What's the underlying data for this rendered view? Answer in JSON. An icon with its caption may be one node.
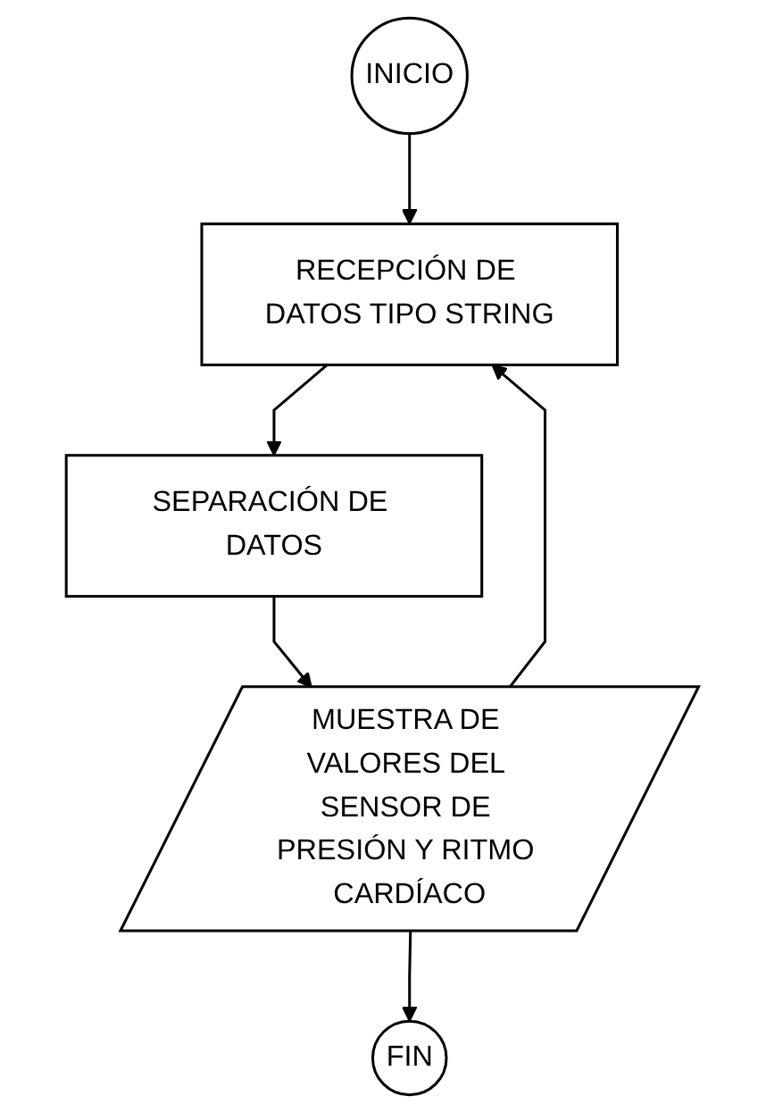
{
  "diagram": {
    "nodes": [
      {
        "text": [
          "INICIO"
        ]
      },
      {
        "text": [
          "RECEPCIÓN DE DATOS TIPO STRING"
        ]
      },
      {
        "text": [
          "SEPARACIÓN DE DATOS"
        ]
      },
      {
        "text": [
          "MUESTRA DE VALORES DEL SENSOR DE PRESIÓN Y RITMO CARDÍACO"
        ]
      },
      {
        "text": [
          "FIN"
        ]
      }
    ],
    "edges": [
      {
        "from": 0,
        "to": 1,
        "arrow": "to"
      },
      {
        "from": 1,
        "to": 2,
        "arrow": "to"
      },
      {
        "from": 2,
        "to": 3,
        "arrow": "to"
      },
      {
        "from": 3,
        "to": 4,
        "arrow": "to"
      },
      {
        "from": 3,
        "to": 1,
        "arrow": "to"
      }
    ]
  }
}
